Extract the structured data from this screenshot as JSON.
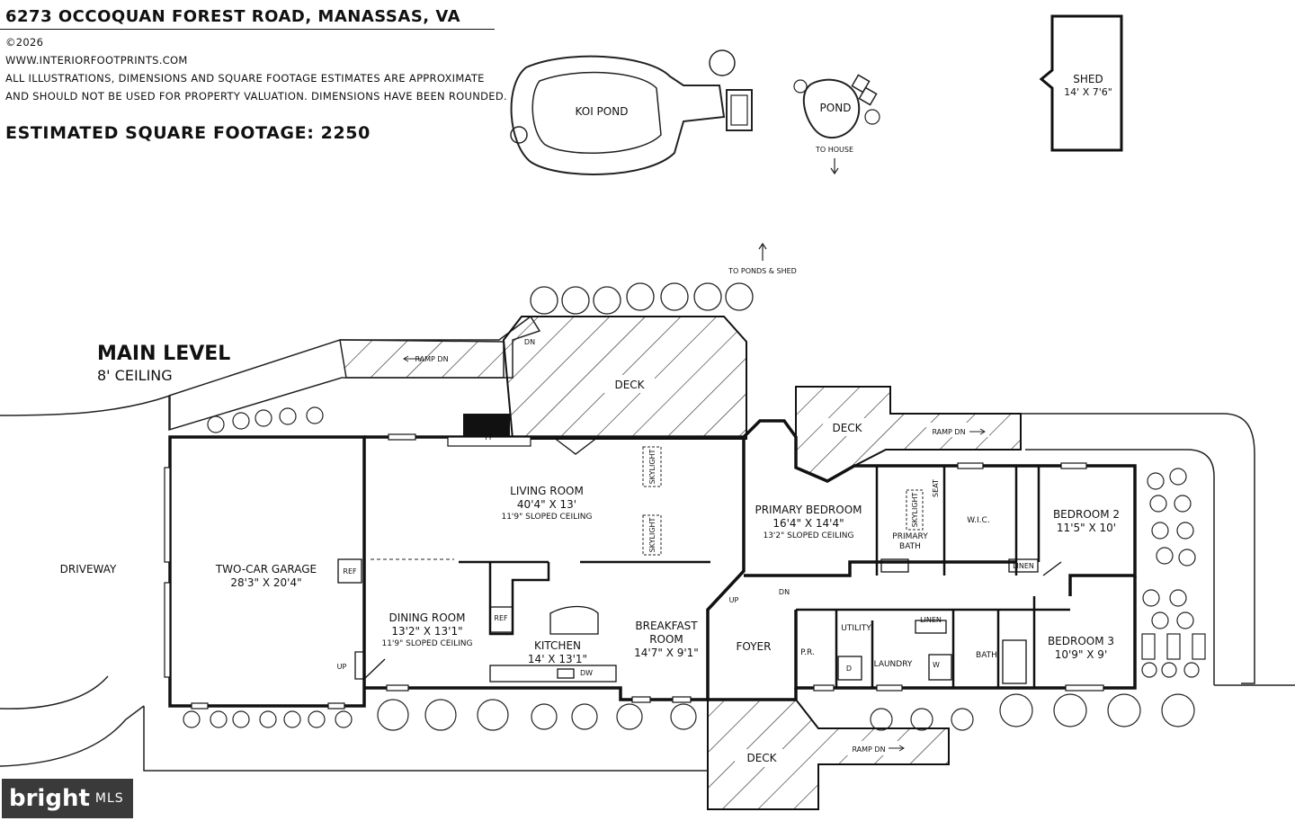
{
  "header": {
    "address": "6273 OCCOQUAN FOREST ROAD, MANASSAS, VA",
    "copyright": "©2026",
    "website": "WWW.INTERIORFOOTPRINTS.COM",
    "disclaimer_1": "ALL ILLUSTRATIONS, DIMENSIONS AND SQUARE FOOTAGE ESTIMATES ARE APPROXIMATE",
    "disclaimer_2": "AND  SHOULD NOT BE USED FOR PROPERTY VALUATION. DIMENSIONS HAVE BEEN ROUNDED.",
    "sqft": "ESTIMATED SQUARE FOOTAGE: 2250"
  },
  "level": {
    "name": "MAIN LEVEL",
    "ceiling": "8' CEILING"
  },
  "yard": {
    "koi_pond": "KOI POND",
    "pond": "POND",
    "to_house": "TO HOUSE",
    "shed_name": "SHED",
    "shed_dim": "14' X 7'6\"",
    "to_ponds": "TO PONDS & SHED"
  },
  "rooms": {
    "garage_name": "TWO-CAR GARAGE",
    "garage_dim": "28'3\" X 20'4\"",
    "driveway": "DRIVEWAY",
    "living_name": "LIVING ROOM",
    "living_dim": "40'4\" X 13'",
    "living_ceiling": "11'9\" SLOPED CEILING",
    "dining_name": "DINING ROOM",
    "dining_dim": "13'2\" X 13'1\"",
    "dining_ceiling": "11'9\" SLOPED CEILING",
    "kitchen_name": "KITCHEN",
    "kitchen_dim": "14' X 13'1\"",
    "breakfast_name_1": "BREAKFAST",
    "breakfast_name_2": "ROOM",
    "breakfast_dim": "14'7\" X 9'1\"",
    "foyer": "FOYER",
    "primary_name": "PRIMARY BEDROOM",
    "primary_dim": "16'4\" X 14'4\"",
    "primary_ceiling": "13'2\" SLOPED CEILING",
    "primary_bath_1": "PRIMARY",
    "primary_bath_2": "BATH",
    "wic": "W.I.C.",
    "linen": "LINEN",
    "bedroom2_name": "BEDROOM 2",
    "bedroom2_dim": "11'5\" X 10'",
    "bedroom3_name": "BEDROOM 3",
    "bedroom3_dim": "10'9\" X 9'",
    "utility": "UTILITY",
    "laundry": "LAUNDRY",
    "pr": "P.R.",
    "bath": "BATH",
    "linen2": "LINEN"
  },
  "features": {
    "deck_main": "DECK",
    "deck_primary": "DECK",
    "deck_front": "DECK",
    "ramp_dn_1": "RAMP DN",
    "ramp_dn_2": "RAMP DN",
    "ramp_dn_3": "RAMP DN",
    "dn_1": "DN",
    "dn_2": "DN",
    "up_1": "UP",
    "up_2": "UP",
    "fp": "FP",
    "skylight": "SKYLIGHT",
    "seat": "SEAT",
    "ref": "REF",
    "dw": "DW",
    "d": "D",
    "w": "W"
  },
  "logo": {
    "brand": "bright",
    "mls": "MLS"
  }
}
